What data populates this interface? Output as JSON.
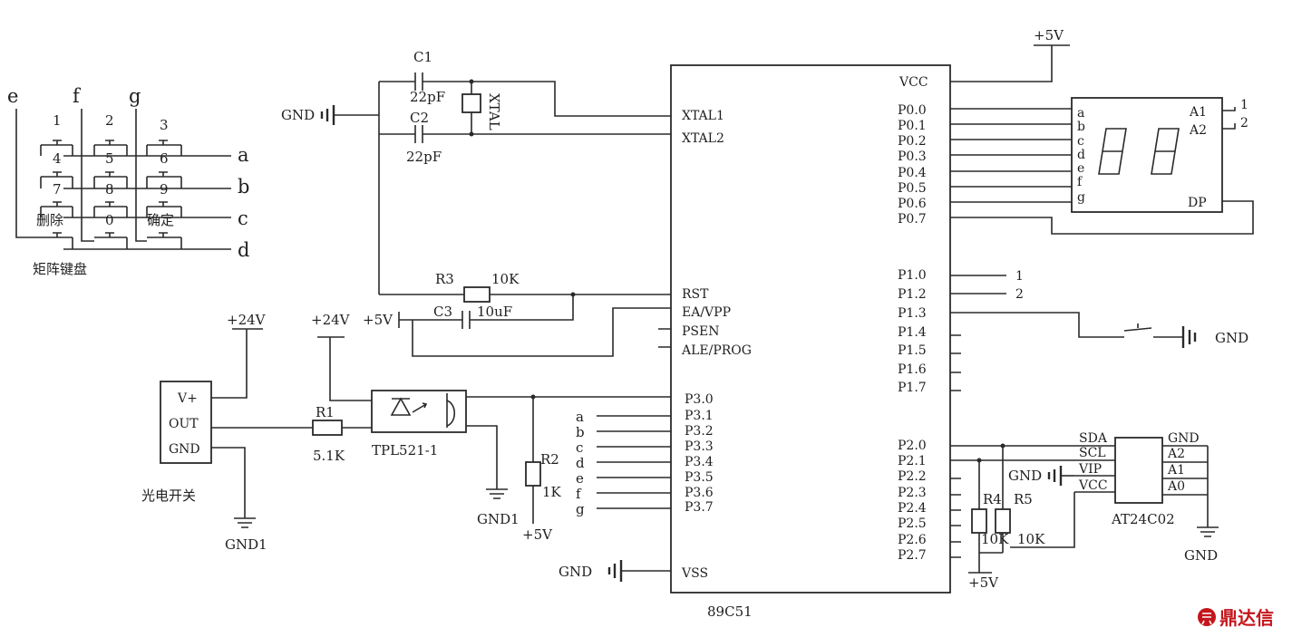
{
  "diagram": {
    "mcu": {
      "name": "89C51",
      "left_pins": [
        "XTAL1",
        "XTAL2",
        "RST",
        "EA/VPP",
        "PSEN",
        "ALE/PROG",
        "P3.0",
        "P3.1",
        "P3.2",
        "P3.3",
        "P3.4",
        "P3.5",
        "P3.6",
        "P3.7",
        "VSS"
      ],
      "right_pins": [
        "VCC",
        "P0.0",
        "P0.1",
        "P0.2",
        "P0.3",
        "P0.4",
        "P0.5",
        "P0.6",
        "P0.7",
        "P1.0",
        "P1.2",
        "P1.3",
        "P1.4",
        "P1.5",
        "P1.6",
        "P1.7",
        "P2.0",
        "P2.1",
        "P2.2",
        "P2.3",
        "P2.4",
        "P2.5",
        "P2.6",
        "P2.7"
      ]
    },
    "power_labels": {
      "vcc_top": "+5V",
      "gnd_crystal": "GND",
      "gnd_vss": "GND",
      "vcc_reset": "+5V",
      "vcc_24_switch": "+24V",
      "vcc_24_opto": "+24V",
      "gnd1_switch": "GND1",
      "gnd1_opto": "GND1",
      "vcc_r2": "+5V",
      "gnd_button": "GND",
      "gnd_eeprom_vip": "GND",
      "gnd_eeprom": "GND",
      "vcc_pullups": "+5V"
    },
    "crystal": {
      "c1": "C1",
      "c1_value": "22pF",
      "c2": "C2",
      "c2_value": "22pF",
      "xtal": "XTAL"
    },
    "reset": {
      "r3": "R3",
      "r3_value": "10K",
      "c3": "C3",
      "c3_value": "10uF"
    },
    "keypad": {
      "title": "矩阵键盘",
      "columns": [
        "e",
        "f",
        "g"
      ],
      "rows": [
        "a",
        "b",
        "c",
        "d"
      ],
      "keys": [
        "1",
        "2",
        "3",
        "4",
        "5",
        "6",
        "7",
        "8",
        "9",
        "删除",
        "0",
        "确定"
      ]
    },
    "display": {
      "segments": [
        "a",
        "b",
        "c",
        "d",
        "e",
        "f",
        "g"
      ],
      "select_pins": [
        "A1",
        "A2"
      ],
      "dp": "DP",
      "select_nets": [
        "1",
        "2"
      ]
    },
    "p1_nets": [
      "1",
      "2"
    ],
    "photo_switch": {
      "title": "光电开关",
      "pins": [
        "V+",
        "OUT",
        "GND"
      ]
    },
    "r1": {
      "name": "R1",
      "value": "5.1K"
    },
    "opto": {
      "name": "TPL521-1"
    },
    "r2": {
      "name": "R2",
      "value": "1K"
    },
    "p3_nets": [
      "a",
      "b",
      "c",
      "d",
      "e",
      "f",
      "g"
    ],
    "pullups": {
      "r4": "R4",
      "r4_value": "10K",
      "r5": "R5",
      "r5_value": "10K"
    },
    "eeprom": {
      "name": "AT24C02",
      "left_pins": [
        "SDA",
        "SCL",
        "VIP",
        "VCC"
      ],
      "right_pins": [
        "GND",
        "A2",
        "A1",
        "A0"
      ]
    },
    "watermark": "鼎达信"
  }
}
